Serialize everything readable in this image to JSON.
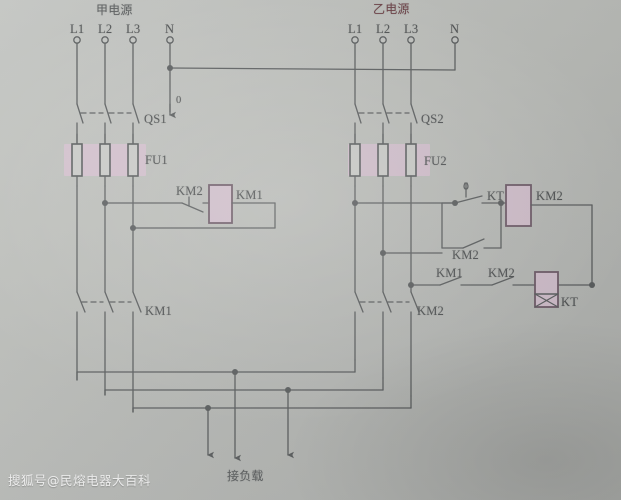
{
  "page": {
    "kind": "electrical-schematic",
    "description": "dual power source automatic changeover circuit",
    "background_color": "#bcbeba",
    "wire_color": "#5b5e5f",
    "highlight_color": "#d9bfd2",
    "watermark": "搜狐号@民熔电器大百科"
  },
  "sources": {
    "left": {
      "title": "甲电源",
      "terminals": [
        "L1",
        "L2",
        "L3",
        "N"
      ],
      "neutral_marker": "0",
      "isolator": "QS1",
      "fuse": "FU1",
      "contactor": "KM1"
    },
    "right": {
      "title": "乙电源",
      "terminals": [
        "L1",
        "L2",
        "L3",
        "N"
      ],
      "isolator": "QS2",
      "fuse": "FU2",
      "contactor": "KM2"
    }
  },
  "control": {
    "left_branch": {
      "interlock_contact": "KM2",
      "coil": "KM1"
    },
    "right_branch": {
      "timer_contact": "KT",
      "seal_in_contact": "KM2",
      "coil": "KM2"
    },
    "timer_branch": {
      "contact_a": "KM1",
      "contact_b": "KM2",
      "coil": "KT"
    }
  },
  "load": {
    "label": "接负载",
    "phases": 3
  }
}
